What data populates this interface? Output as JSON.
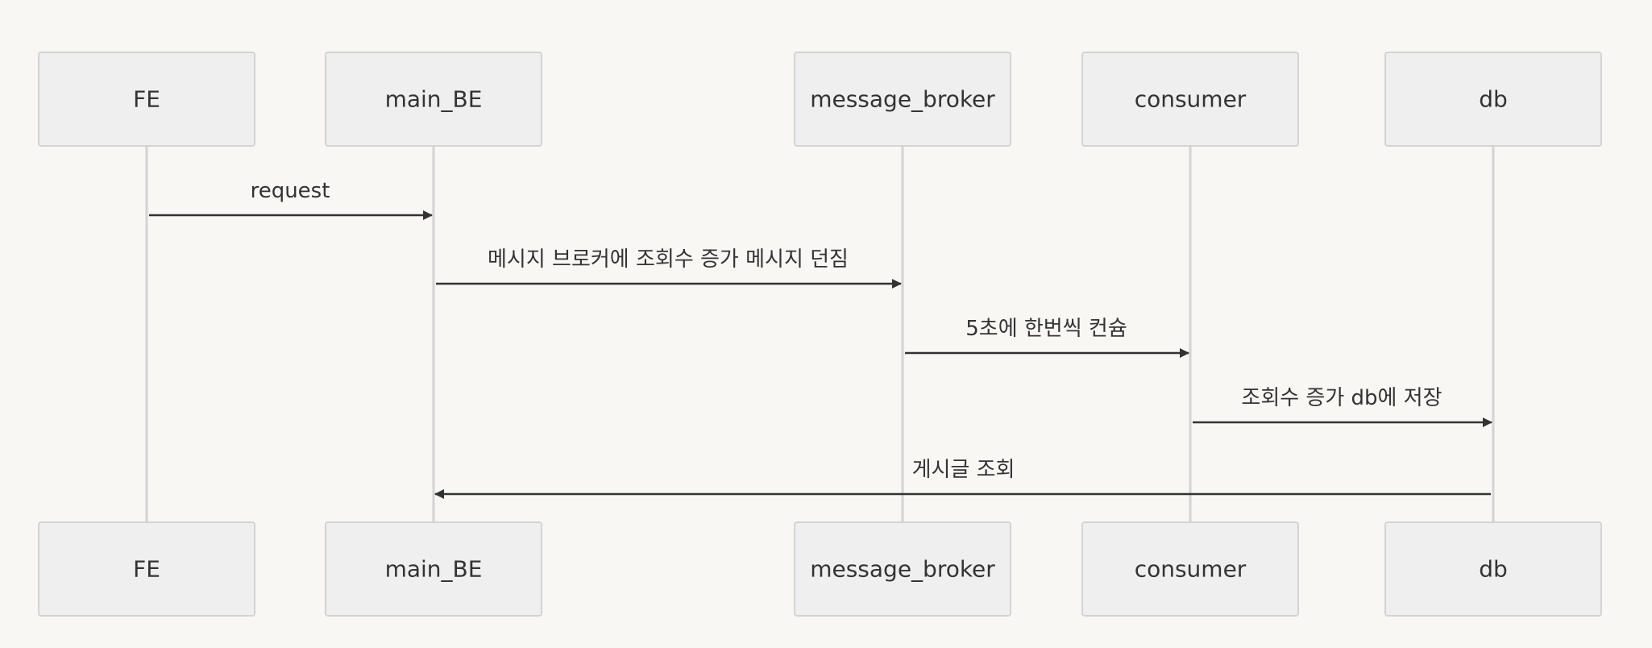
{
  "participants": [
    {
      "id": "FE",
      "label": "FE"
    },
    {
      "id": "main_BE",
      "label": "main_BE"
    },
    {
      "id": "message_broker",
      "label": "message_broker"
    },
    {
      "id": "consumer",
      "label": "consumer"
    },
    {
      "id": "db",
      "label": "db"
    }
  ],
  "messages": [
    {
      "from": "FE",
      "to": "main_BE",
      "label": "request"
    },
    {
      "from": "main_BE",
      "to": "message_broker",
      "label": "메시지 브로커에 조회수 증가 메시지 던짐"
    },
    {
      "from": "message_broker",
      "to": "consumer",
      "label": "5초에 한번씩 컨슘"
    },
    {
      "from": "consumer",
      "to": "db",
      "label": "조회수 증가 db에 저장"
    },
    {
      "from": "db",
      "to": "main_BE",
      "label": "게시글 조회"
    }
  ],
  "colors": {
    "background": "#f8f7f3",
    "actor_fill": "#efefef",
    "actor_stroke": "#d3d3d3",
    "lifeline": "#d3d3d3",
    "arrow": "#333333",
    "text": "#333333"
  }
}
